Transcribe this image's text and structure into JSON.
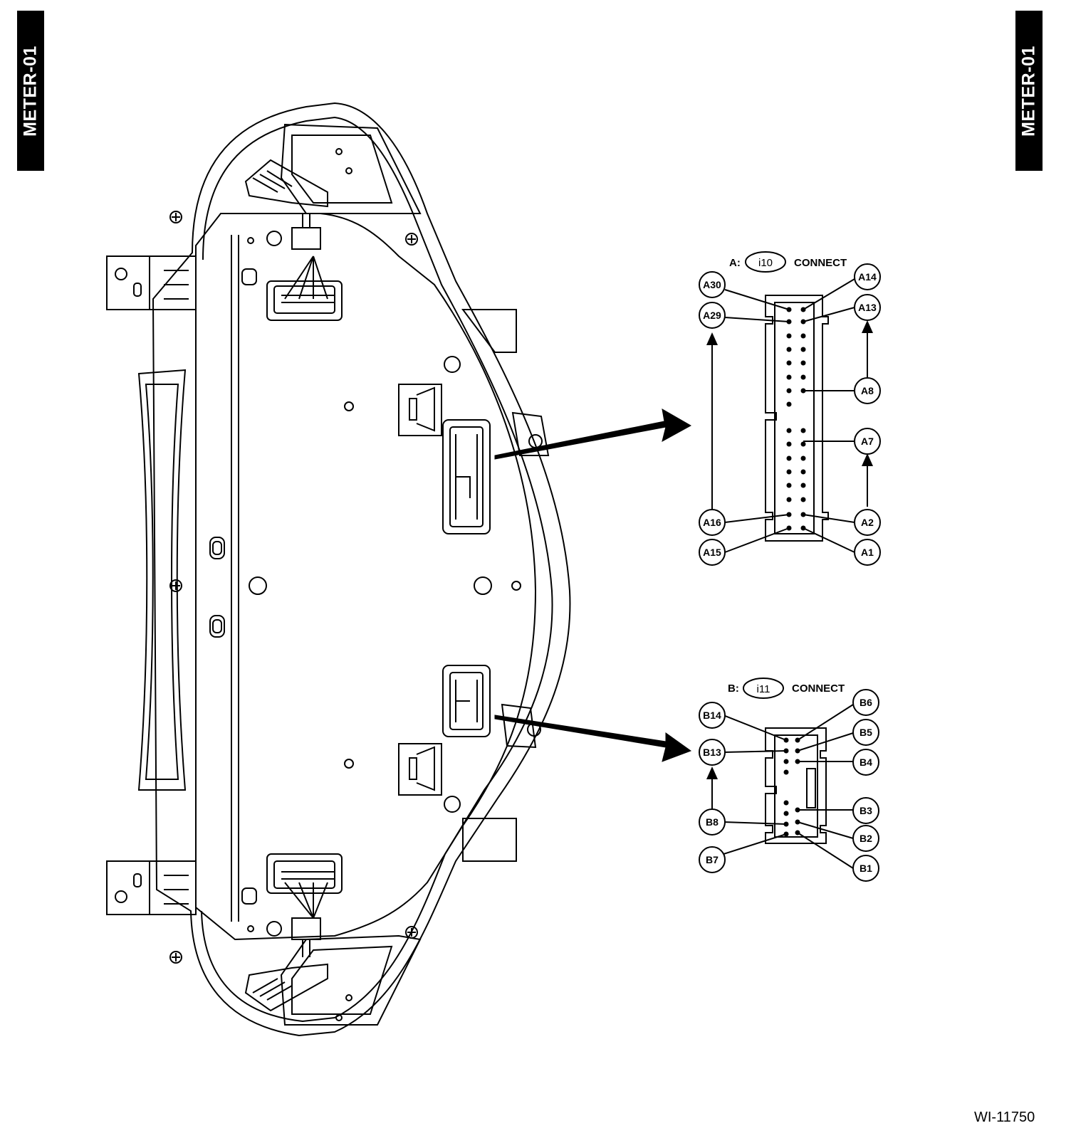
{
  "section_tab": {
    "left": "METER-01",
    "right": "METER-01"
  },
  "figure_id": "WI-11750",
  "connector_a": {
    "prefix": "A:",
    "code": "i10",
    "note": "CONNECT",
    "pins": {
      "a30": "A30",
      "a29": "A29",
      "a16": "A16",
      "a15": "A15",
      "a14": "A14",
      "a13": "A13",
      "a8": "A8",
      "a7": "A7",
      "a2": "A2",
      "a1": "A1"
    }
  },
  "connector_b": {
    "prefix": "B:",
    "code": "i11",
    "note": "CONNECT",
    "pins": {
      "b14": "B14",
      "b13": "B13",
      "b8": "B8",
      "b7": "B7",
      "b6": "B6",
      "b5": "B5",
      "b4": "B4",
      "b3": "B3",
      "b2": "B2",
      "b1": "B1"
    }
  },
  "colors": {
    "ink": "#000000",
    "paper": "#ffffff",
    "tab": "#000000"
  }
}
